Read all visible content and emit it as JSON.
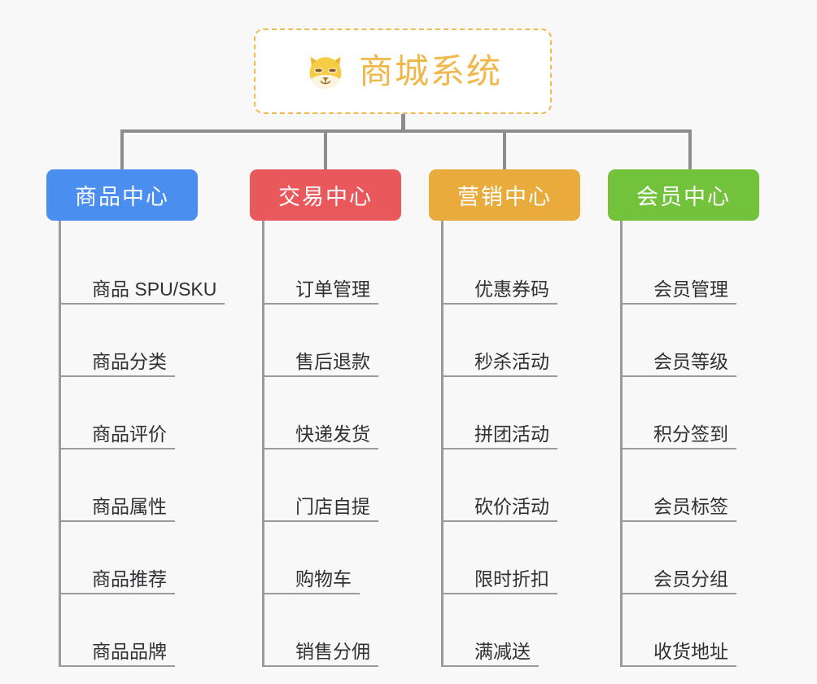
{
  "root": {
    "title": "商城系统",
    "icon": "shiba-dog-icon",
    "border_color": "#f0b951",
    "text_color": "#f0b74a",
    "background": "#ffffff"
  },
  "canvas": {
    "background": "#f8f8f8",
    "connector_color": "#8c8c8c",
    "leaf_line_color": "#9a9a9a",
    "leaf_text_color": "#2f3134"
  },
  "columns": [
    {
      "id": "product-center",
      "label": "商品中心",
      "color": "#4a8ef0",
      "items": [
        "商品 SPU/SKU",
        "商品分类",
        "商品评价",
        "商品属性",
        "商品推荐",
        "商品品牌"
      ]
    },
    {
      "id": "trade-center",
      "label": "交易中心",
      "color": "#e9585a",
      "items": [
        "订单管理",
        "售后退款",
        "快递发货",
        "门店自提",
        "购物车",
        "销售分佣"
      ]
    },
    {
      "id": "marketing-center",
      "label": "营销中心",
      "color": "#e8ab3c",
      "items": [
        "优惠券码",
        "秒杀活动",
        "拼团活动",
        "砍价活动",
        "限时折扣",
        "满减送"
      ]
    },
    {
      "id": "member-center",
      "label": "会员中心",
      "color": "#72c23c",
      "items": [
        "会员管理",
        "会员等级",
        "积分签到",
        "会员标签",
        "会员分组",
        "收货地址"
      ]
    }
  ]
}
